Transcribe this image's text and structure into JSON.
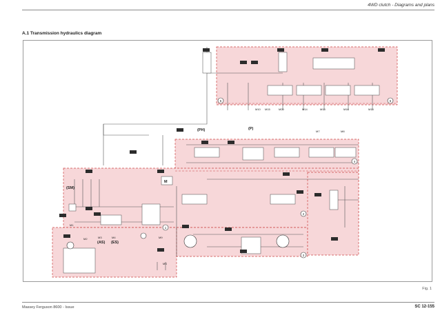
{
  "header": {
    "title": "4WD clutch - Diagrams and plans"
  },
  "section": {
    "title": "A.1 Transmission hydraulics diagram"
  },
  "footer": {
    "left": "Massey Ferguson 8600 - Issue",
    "right": "SC 12-155",
    "fig": "Fig. 1"
  },
  "diagram": {
    "zone_numbers": [
      "5",
      "6",
      "4",
      "1",
      "2",
      "2"
    ],
    "solenoid_labels": [
      "M10",
      "M15",
      "M20",
      "M14",
      "M13",
      "M16",
      "M15",
      "M7",
      "M8",
      "M1",
      "M2",
      "M3",
      "M4"
    ],
    "group_labels": [
      "(SM)",
      "(PH)",
      "(P)",
      "(AS)",
      "(ES)",
      "M",
      "M9",
      "MS"
    ]
  }
}
